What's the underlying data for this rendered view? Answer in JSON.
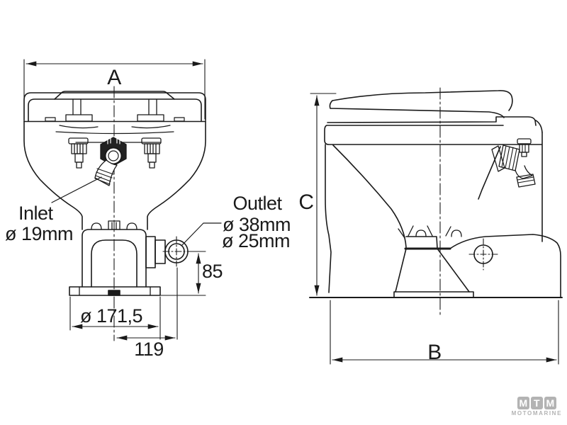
{
  "drawing": {
    "type": "technical-dimension-drawing",
    "subject": "marine toilet, front view and side view",
    "views": [
      "front",
      "side"
    ]
  },
  "dimensions": {
    "front_width_label": "A",
    "depth_label": "B",
    "height_label": "C",
    "outlet_height": "85",
    "base_flange_diameter": "ø 171,5",
    "outlet_offset": "119"
  },
  "labels": {
    "inlet_title": "Inlet",
    "inlet_size": "ø 19mm",
    "outlet_title": "Outlet",
    "outlet_size_1": "ø 38mm",
    "outlet_size_2": "ø 25mm"
  },
  "logo": {
    "letters": [
      "M",
      "T",
      "M"
    ],
    "name": "MOTOMARINE",
    "color": "#b3b3b3"
  },
  "colors": {
    "line": "#1a1a1a",
    "background": "#ffffff"
  }
}
